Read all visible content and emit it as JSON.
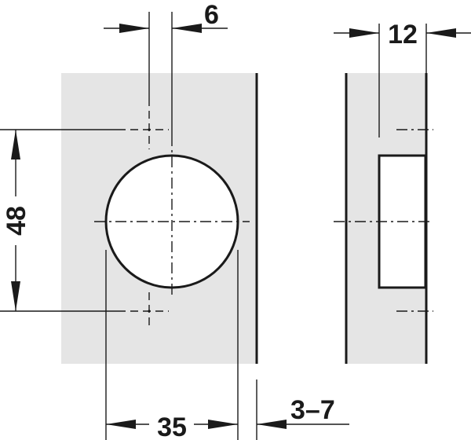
{
  "dimensions": {
    "hinge_offset": "6",
    "hole_spacing": "48",
    "cup_diameter": "35",
    "door_gap": "3–7",
    "cup_depth": "12"
  },
  "colors": {
    "panel": "#e5e5e5",
    "line": "#1a1a1a"
  }
}
